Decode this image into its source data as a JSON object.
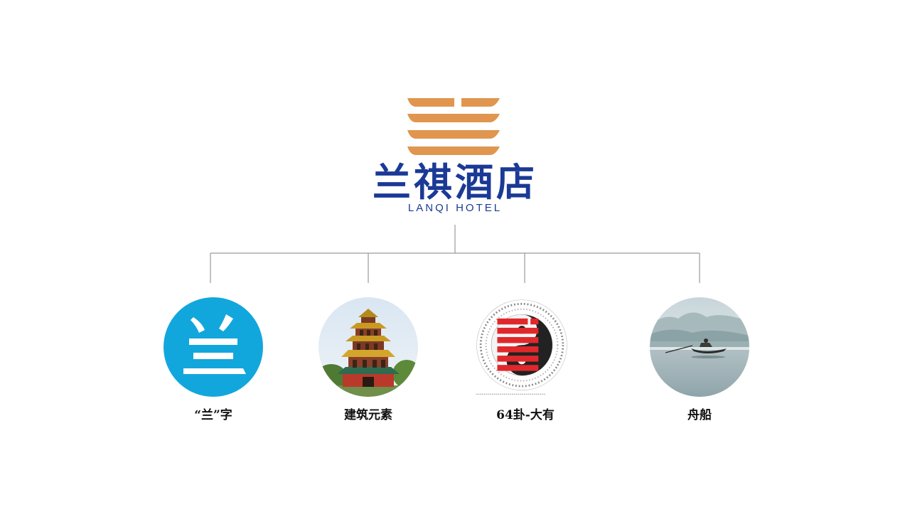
{
  "logo": {
    "name_cn": "兰祺酒店",
    "name_en": "LANQI HOTEL",
    "mark_icon": "lanqi-stripes-logo",
    "mark_color": "#e0964f",
    "text_color": "#1b3a96"
  },
  "connector_color": "#9a9a9a",
  "elements": [
    {
      "caption": "“兰”字",
      "glyph": "兰",
      "icon": "lan-character-icon",
      "color": "#12a7dc"
    },
    {
      "caption": "建筑元素",
      "icon": "pavilion-photo"
    },
    {
      "caption": "64卦-大有",
      "icon": "hexagram-diagram",
      "color": "#e0282b"
    },
    {
      "caption": "舟船",
      "icon": "boat-photo"
    }
  ]
}
